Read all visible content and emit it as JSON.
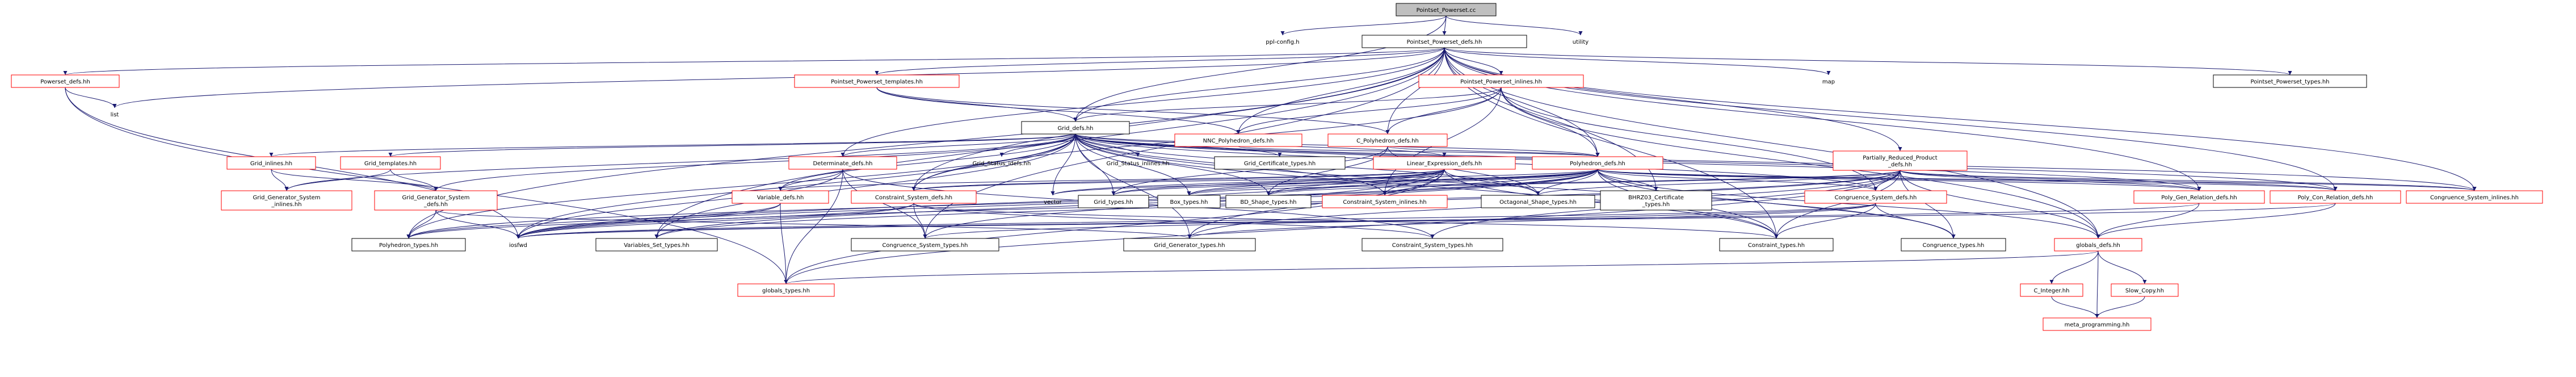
{
  "colors": {
    "edge": "#191970",
    "root_fill": "#bfbfbf",
    "root_border": "#000000",
    "incomplete_border": "#ff0000",
    "complete_border": "#000000",
    "unboxed_text": "#000000"
  },
  "nodes": [
    {
      "id": "root",
      "label": "Pointset_Powerset.cc",
      "style": "root"
    },
    {
      "id": "ppl_config",
      "label": "ppl-config.h",
      "style": "plain"
    },
    {
      "id": "pp_defs",
      "label": "Pointset_Powerset_defs.hh",
      "style": "complete"
    },
    {
      "id": "utility",
      "label": "utility",
      "style": "plain"
    },
    {
      "id": "powerset_defs",
      "label": "Powerset_defs.hh",
      "style": "incomplete"
    },
    {
      "id": "pp_templates",
      "label": "Pointset_Powerset_templates.hh",
      "style": "incomplete"
    },
    {
      "id": "pp_inlines",
      "label": "Pointset_Powerset_inlines.hh",
      "style": "incomplete"
    },
    {
      "id": "map",
      "label": "map",
      "style": "plain"
    },
    {
      "id": "pp_types",
      "label": "Pointset_Powerset_types.hh",
      "style": "complete"
    },
    {
      "id": "list",
      "label": "list",
      "style": "plain"
    },
    {
      "id": "grid_defs",
      "label": "Grid_defs.hh",
      "style": "complete"
    },
    {
      "id": "nnc_poly",
      "label": "NNC_Polyhedron_defs.hh",
      "style": "incomplete"
    },
    {
      "id": "c_poly",
      "label": "C_Polyhedron_defs.hh",
      "style": "incomplete"
    },
    {
      "id": "grid_inlines",
      "label": "Grid_inlines.hh",
      "style": "incomplete"
    },
    {
      "id": "grid_templates",
      "label": "Grid_templates.hh",
      "style": "incomplete"
    },
    {
      "id": "determinate",
      "label": "Determinate_defs.hh",
      "style": "incomplete"
    },
    {
      "id": "grid_status_idefs",
      "label": "Grid_Status_idefs.hh",
      "style": "plain"
    },
    {
      "id": "grid_status_inlines",
      "label": "Grid_Status_inlines.hh",
      "style": "plain"
    },
    {
      "id": "grid_cert",
      "label": "Grid_Certificate_types.hh",
      "style": "complete"
    },
    {
      "id": "linear_expr",
      "label": "Linear_Expression_defs.hh",
      "style": "incomplete"
    },
    {
      "id": "polyhedron_defs",
      "label": "Polyhedron_defs.hh",
      "style": "incomplete"
    },
    {
      "id": "prp_defs",
      "label": "Partially_Reduced_Product\n_defs.hh",
      "style": "incomplete"
    },
    {
      "id": "gen_sys_inlines",
      "label": "Grid_Generator_System\n_inlines.hh",
      "style": "incomplete"
    },
    {
      "id": "gen_sys_defs",
      "label": "Grid_Generator_System\n_defs.hh",
      "style": "incomplete"
    },
    {
      "id": "variable_defs",
      "label": "Variable_defs.hh",
      "style": "incomplete"
    },
    {
      "id": "constraint_sys_defs",
      "label": "Constraint_System_defs.hh",
      "style": "incomplete"
    },
    {
      "id": "vector",
      "label": "vector",
      "style": "plain"
    },
    {
      "id": "grid_types",
      "label": "Grid_types.hh",
      "style": "complete"
    },
    {
      "id": "box_types",
      "label": "Box_types.hh",
      "style": "complete"
    },
    {
      "id": "bd_shape_types",
      "label": "BD_Shape_types.hh",
      "style": "complete"
    },
    {
      "id": "constraint_sys_inlines",
      "label": "Constraint_System_inlines.hh",
      "style": "incomplete"
    },
    {
      "id": "octagonal",
      "label": "Octagonal_Shape_types.hh",
      "style": "complete"
    },
    {
      "id": "bhrz03",
      "label": "BHRZ03_Certificate\n_types.hh",
      "style": "complete"
    },
    {
      "id": "congr_sys_defs",
      "label": "Congruence_System_defs.hh",
      "style": "incomplete"
    },
    {
      "id": "poly_gen_rel",
      "label": "Poly_Gen_Relation_defs.hh",
      "style": "incomplete"
    },
    {
      "id": "poly_con_rel",
      "label": "Poly_Con_Relation_defs.hh",
      "style": "incomplete"
    },
    {
      "id": "congr_sys_inlines",
      "label": "Congruence_System_inlines.hh",
      "style": "incomplete"
    },
    {
      "id": "polyhedron_types",
      "label": "Polyhedron_types.hh",
      "style": "complete"
    },
    {
      "id": "iosfwd",
      "label": "iosfwd",
      "style": "plain"
    },
    {
      "id": "variables_set",
      "label": "Variables_Set_types.hh",
      "style": "complete"
    },
    {
      "id": "congr_sys_types",
      "label": "Congruence_System_types.hh",
      "style": "complete"
    },
    {
      "id": "grid_gen_types",
      "label": "Grid_Generator_types.hh",
      "style": "complete"
    },
    {
      "id": "constraint_sys_types",
      "label": "Constraint_System_types.hh",
      "style": "complete"
    },
    {
      "id": "constraint_types",
      "label": "Constraint_types.hh",
      "style": "complete"
    },
    {
      "id": "congruence_types",
      "label": "Congruence_types.hh",
      "style": "complete"
    },
    {
      "id": "globals_defs",
      "label": "globals_defs.hh",
      "style": "incomplete"
    },
    {
      "id": "globals_types",
      "label": "globals_types.hh",
      "style": "incomplete"
    },
    {
      "id": "c_integer",
      "label": "C_Integer.hh",
      "style": "incomplete"
    },
    {
      "id": "slow_copy",
      "label": "Slow_Copy.hh",
      "style": "incomplete"
    },
    {
      "id": "meta_prog",
      "label": "meta_programming.hh",
      "style": "incomplete"
    }
  ],
  "edges": [
    [
      "root",
      "ppl_config"
    ],
    [
      "root",
      "pp_defs"
    ],
    [
      "root",
      "utility"
    ],
    [
      "root",
      "grid_defs"
    ],
    [
      "pp_defs",
      "powerset_defs"
    ],
    [
      "pp_defs",
      "pp_templates"
    ],
    [
      "pp_defs",
      "pp_inlines"
    ],
    [
      "pp_defs",
      "map"
    ],
    [
      "pp_defs",
      "pp_types"
    ],
    [
      "pp_defs",
      "list"
    ],
    [
      "pp_defs",
      "grid_defs"
    ],
    [
      "pp_defs",
      "nnc_poly"
    ],
    [
      "pp_defs",
      "c_poly"
    ],
    [
      "pp_defs",
      "determinate"
    ],
    [
      "pp_defs",
      "polyhedron_defs"
    ],
    [
      "pp_defs",
      "prp_defs"
    ],
    [
      "pp_defs",
      "constraint_sys_defs"
    ],
    [
      "pp_defs",
      "bhrz03"
    ],
    [
      "pp_defs",
      "poly_gen_rel"
    ],
    [
      "pp_defs",
      "poly_con_rel"
    ],
    [
      "pp_defs",
      "congr_sys_inlines"
    ],
    [
      "pp_defs",
      "polyhedron_types"
    ],
    [
      "pp_defs",
      "variables_set"
    ],
    [
      "pp_defs",
      "congr_sys_types"
    ],
    [
      "pp_defs",
      "globals_defs"
    ],
    [
      "pp_defs",
      "constraint_types"
    ],
    [
      "powerset_defs",
      "list"
    ],
    [
      "powerset_defs",
      "iosfwd"
    ],
    [
      "powerset_defs",
      "globals_types"
    ],
    [
      "pp_templates",
      "nnc_poly"
    ],
    [
      "pp_templates",
      "c_poly"
    ],
    [
      "pp_templates",
      "grid_defs"
    ],
    [
      "pp_inlines",
      "nnc_poly"
    ],
    [
      "pp_inlines",
      "c_poly"
    ],
    [
      "pp_inlines",
      "grid_defs"
    ],
    [
      "pp_inlines",
      "polyhedron_defs"
    ],
    [
      "pp_inlines",
      "constraint_sys_inlines"
    ],
    [
      "pp_inlines",
      "congr_sys_defs"
    ],
    [
      "pp_inlines",
      "constraint_sys_defs"
    ],
    [
      "pp_inlines",
      "globals_defs"
    ],
    [
      "grid_defs",
      "grid_inlines"
    ],
    [
      "grid_defs",
      "grid_templates"
    ],
    [
      "grid_defs",
      "determinate"
    ],
    [
      "grid_defs",
      "grid_status_idefs"
    ],
    [
      "grid_defs",
      "grid_status_inlines"
    ],
    [
      "grid_defs",
      "grid_cert"
    ],
    [
      "grid_defs",
      "linear_expr"
    ],
    [
      "grid_defs",
      "polyhedron_defs"
    ],
    [
      "grid_defs",
      "gen_sys_inlines"
    ],
    [
      "grid_defs",
      "gen_sys_defs"
    ],
    [
      "grid_defs",
      "variable_defs"
    ],
    [
      "grid_defs",
      "constraint_sys_defs"
    ],
    [
      "grid_defs",
      "vector"
    ],
    [
      "grid_defs",
      "grid_types"
    ],
    [
      "grid_defs",
      "box_types"
    ],
    [
      "grid_defs",
      "bd_shape_types"
    ],
    [
      "grid_defs",
      "constraint_sys_inlines"
    ],
    [
      "grid_defs",
      "octagonal"
    ],
    [
      "grid_defs",
      "congr_sys_defs"
    ],
    [
      "grid_defs",
      "poly_gen_rel"
    ],
    [
      "grid_defs",
      "poly_con_rel"
    ],
    [
      "grid_defs",
      "congr_sys_inlines"
    ],
    [
      "grid_defs",
      "polyhedron_types"
    ],
    [
      "grid_defs",
      "iosfwd"
    ],
    [
      "grid_defs",
      "variables_set"
    ],
    [
      "grid_defs",
      "grid_gen_types"
    ],
    [
      "grid_defs",
      "constraint_types"
    ],
    [
      "grid_defs",
      "congruence_types"
    ],
    [
      "nnc_poly",
      "polyhedron_defs"
    ],
    [
      "c_poly",
      "polyhedron_defs"
    ],
    [
      "c_poly",
      "grid_types"
    ],
    [
      "c_poly",
      "bd_shape_types"
    ],
    [
      "c_poly",
      "octagonal"
    ],
    [
      "grid_inlines",
      "gen_sys_inlines"
    ],
    [
      "grid_inlines",
      "gen_sys_defs"
    ],
    [
      "grid_templates",
      "gen_sys_inlines"
    ],
    [
      "grid_templates",
      "gen_sys_defs"
    ],
    [
      "determinate",
      "variable_defs"
    ],
    [
      "determinate",
      "iosfwd"
    ],
    [
      "determinate",
      "constraint_sys_types"
    ],
    [
      "determinate",
      "congr_sys_types"
    ],
    [
      "determinate",
      "globals_types"
    ],
    [
      "linear_expr",
      "variable_defs"
    ],
    [
      "linear_expr",
      "constraint_sys_defs"
    ],
    [
      "linear_expr",
      "vector"
    ],
    [
      "linear_expr",
      "grid_types"
    ],
    [
      "linear_expr",
      "box_types"
    ],
    [
      "linear_expr",
      "bd_shape_types"
    ],
    [
      "linear_expr",
      "octagonal"
    ],
    [
      "linear_expr",
      "constraint_sys_inlines"
    ],
    [
      "linear_expr",
      "iosfwd"
    ],
    [
      "linear_expr",
      "congr_sys_types"
    ],
    [
      "linear_expr",
      "grid_gen_types"
    ],
    [
      "linear_expr",
      "constraint_types"
    ],
    [
      "linear_expr",
      "globals_types"
    ],
    [
      "polyhedron_defs",
      "constraint_sys_defs"
    ],
    [
      "polyhedron_defs",
      "grid_types"
    ],
    [
      "polyhedron_defs",
      "box_types"
    ],
    [
      "polyhedron_defs",
      "bd_shape_types"
    ],
    [
      "polyhedron_defs",
      "constraint_sys_inlines"
    ],
    [
      "polyhedron_defs",
      "octagonal"
    ],
    [
      "polyhedron_defs",
      "bhrz03"
    ],
    [
      "polyhedron_defs",
      "congr_sys_defs"
    ],
    [
      "polyhedron_defs",
      "poly_gen_rel"
    ],
    [
      "polyhedron_defs",
      "poly_con_rel"
    ],
    [
      "polyhedron_defs",
      "congr_sys_inlines"
    ],
    [
      "polyhedron_defs",
      "polyhedron_types"
    ],
    [
      "polyhedron_defs",
      "iosfwd"
    ],
    [
      "polyhedron_defs",
      "variables_set"
    ],
    [
      "polyhedron_defs",
      "constraint_types"
    ],
    [
      "polyhedron_defs",
      "congruence_types"
    ],
    [
      "polyhedron_defs",
      "globals_defs"
    ],
    [
      "polyhedron_defs",
      "vector"
    ],
    [
      "prp_defs",
      "box_types"
    ],
    [
      "prp_defs",
      "bd_shape_types"
    ],
    [
      "prp_defs",
      "octagonal"
    ],
    [
      "prp_defs",
      "congr_sys_defs"
    ],
    [
      "prp_defs",
      "poly_gen_rel"
    ],
    [
      "prp_defs",
      "poly_con_rel"
    ],
    [
      "prp_defs",
      "congr_sys_inlines"
    ],
    [
      "prp_defs",
      "variables_set"
    ],
    [
      "prp_defs",
      "constraint_types"
    ],
    [
      "prp_defs",
      "congruence_types"
    ],
    [
      "prp_defs",
      "globals_defs"
    ],
    [
      "prp_defs",
      "globals_types"
    ],
    [
      "prp_defs",
      "grid_gen_types"
    ],
    [
      "prp_defs",
      "constraint_sys_types"
    ],
    [
      "prp_defs",
      "iosfwd"
    ],
    [
      "gen_sys_defs",
      "iosfwd"
    ],
    [
      "gen_sys_defs",
      "polyhedron_types"
    ],
    [
      "gen_sys_defs",
      "grid_gen_types"
    ],
    [
      "variable_defs",
      "iosfwd"
    ],
    [
      "variable_defs",
      "globals_types"
    ],
    [
      "variable_defs",
      "polyhedron_types"
    ],
    [
      "constraint_sys_defs",
      "iosfwd"
    ],
    [
      "constraint_sys_defs",
      "polyhedron_types"
    ],
    [
      "constraint_sys_defs",
      "constraint_types"
    ],
    [
      "constraint_sys_defs",
      "congr_sys_types"
    ],
    [
      "constraint_sys_defs",
      "constraint_sys_types"
    ],
    [
      "congr_sys_defs",
      "constraint_types"
    ],
    [
      "congr_sys_defs",
      "congruence_types"
    ],
    [
      "congr_sys_defs",
      "congr_sys_types"
    ],
    [
      "congr_sys_defs",
      "iosfwd"
    ],
    [
      "congr_sys_defs",
      "grid_gen_types"
    ],
    [
      "poly_gen_rel",
      "globals_defs"
    ],
    [
      "poly_gen_rel",
      "iosfwd"
    ],
    [
      "poly_con_rel",
      "globals_defs"
    ],
    [
      "poly_con_rel",
      "iosfwd"
    ],
    [
      "globals_defs",
      "globals_types"
    ],
    [
      "globals_defs",
      "c_integer"
    ],
    [
      "globals_defs",
      "slow_copy"
    ],
    [
      "globals_defs",
      "meta_prog"
    ],
    [
      "c_integer",
      "meta_prog"
    ],
    [
      "slow_copy",
      "meta_prog"
    ]
  ]
}
